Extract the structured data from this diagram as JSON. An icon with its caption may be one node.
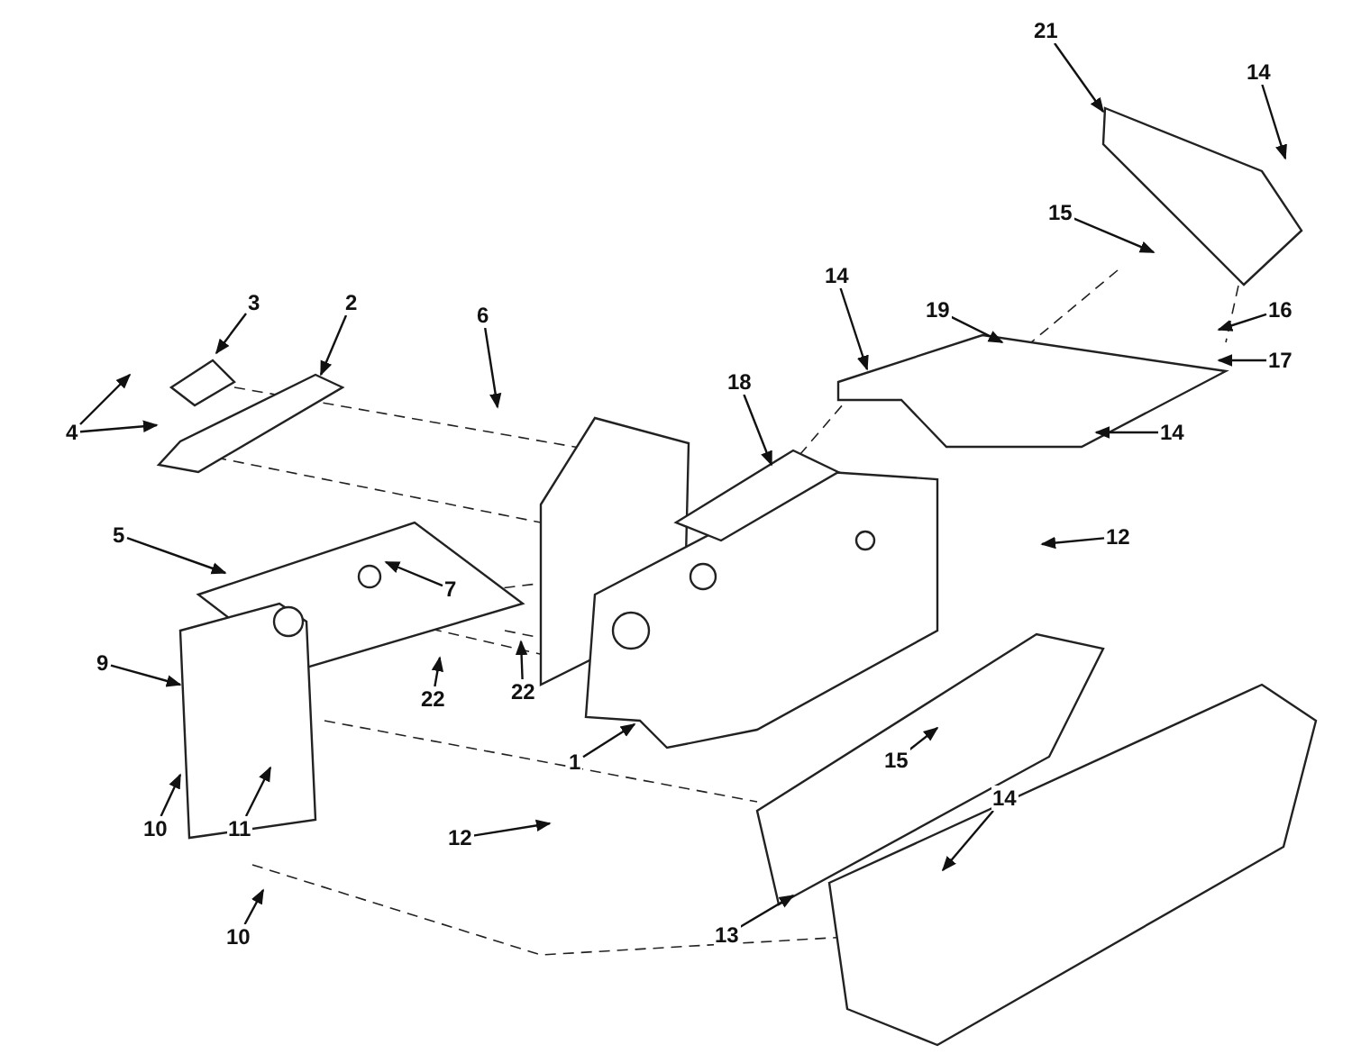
{
  "diagram": {
    "nodes": [
      {
        "text": [
          "21"
        ]
      },
      {
        "text": [
          "14"
        ]
      },
      {
        "text": [
          "15"
        ]
      },
      {
        "text": [
          "14"
        ]
      },
      {
        "text": [
          "3"
        ]
      },
      {
        "text": [
          "2"
        ]
      },
      {
        "text": [
          "6"
        ]
      },
      {
        "text": [
          "19"
        ]
      },
      {
        "text": [
          "16"
        ]
      },
      {
        "text": [
          "17"
        ]
      },
      {
        "text": [
          "18"
        ]
      },
      {
        "text": [
          "4"
        ]
      },
      {
        "text": [
          "14"
        ]
      },
      {
        "text": [
          "5"
        ]
      },
      {
        "text": [
          "12"
        ]
      },
      {
        "text": [
          "7"
        ]
      },
      {
        "text": [
          "9"
        ]
      },
      {
        "text": [
          "22"
        ]
      },
      {
        "text": [
          "22"
        ]
      },
      {
        "text": [
          "1"
        ]
      },
      {
        "text": [
          "15"
        ]
      },
      {
        "text": [
          "14"
        ]
      },
      {
        "text": [
          "10"
        ]
      },
      {
        "text": [
          "11"
        ]
      },
      {
        "text": [
          "12"
        ]
      },
      {
        "text": [
          "13"
        ]
      },
      {
        "text": [
          "10"
        ]
      }
    ],
    "edges": [
      {
        "from": 0,
        "to": null,
        "arrow": "to"
      },
      {
        "from": 1,
        "to": null,
        "arrow": "to"
      },
      {
        "from": 2,
        "to": null,
        "arrow": "to"
      },
      {
        "from": 3,
        "to": null,
        "arrow": "to"
      },
      {
        "from": 4,
        "to": null,
        "arrow": "to"
      },
      {
        "from": 5,
        "to": null,
        "arrow": "to"
      },
      {
        "from": 6,
        "to": null,
        "arrow": "to"
      },
      {
        "from": 7,
        "to": null,
        "arrow": "to"
      },
      {
        "from": 8,
        "to": null,
        "arrow": "to"
      },
      {
        "from": 9,
        "to": null,
        "arrow": "to"
      },
      {
        "from": 10,
        "to": null,
        "arrow": "to"
      },
      {
        "from": 11,
        "to": null,
        "arrow": "to"
      },
      {
        "from": 11,
        "to": null,
        "arrow": "to"
      },
      {
        "from": 12,
        "to": null,
        "arrow": "to"
      },
      {
        "from": 13,
        "to": null,
        "arrow": "to"
      },
      {
        "from": 14,
        "to": null,
        "arrow": "to"
      },
      {
        "from": 15,
        "to": null,
        "arrow": "to"
      },
      {
        "from": 16,
        "to": null,
        "arrow": "to"
      },
      {
        "from": 17,
        "to": null,
        "arrow": "to"
      },
      {
        "from": 18,
        "to": null,
        "arrow": "to"
      },
      {
        "from": 19,
        "to": null,
        "arrow": "to"
      },
      {
        "from": 20,
        "to": null,
        "arrow": "to"
      },
      {
        "from": 21,
        "to": null,
        "arrow": "to"
      },
      {
        "from": 22,
        "to": null,
        "arrow": "to"
      },
      {
        "from": 23,
        "to": null,
        "arrow": "to"
      },
      {
        "from": 24,
        "to": null,
        "arrow": "to"
      },
      {
        "from": 25,
        "to": null,
        "arrow": "to"
      },
      {
        "from": 26,
        "to": null,
        "arrow": "to"
      }
    ]
  }
}
